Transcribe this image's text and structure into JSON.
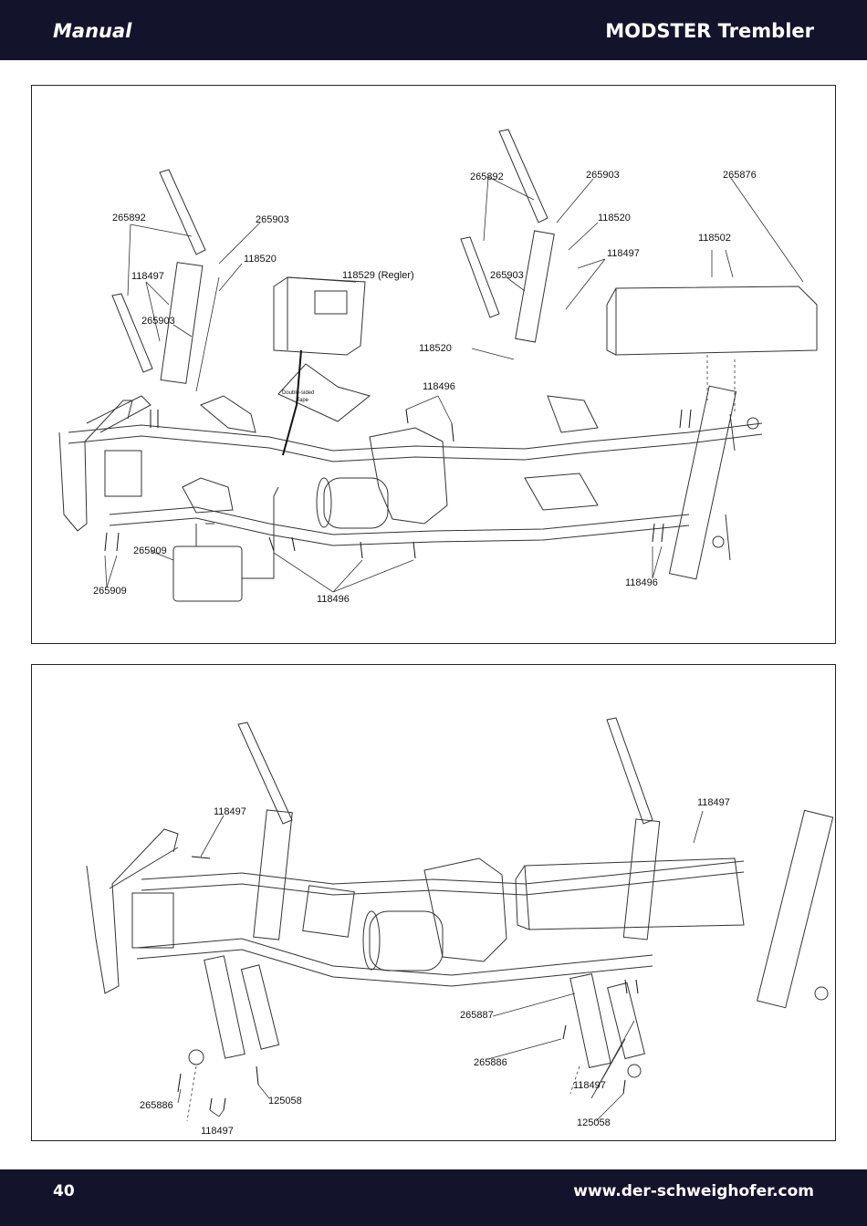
{
  "header": {
    "left_title": "Manual",
    "right_title": "MODSTER Trembler"
  },
  "footer": {
    "page_number": "40",
    "website": "www.der-schweighofer.com"
  },
  "diagram_top": {
    "labels": {
      "a": "265892",
      "b": "265903",
      "c": "118520",
      "d": "118497",
      "e": "265903",
      "f": "118529 (Regler)",
      "g": "265892",
      "h": "265903",
      "i": "118520",
      "j": "118497",
      "k": "265903",
      "l": "118520",
      "m": "265876",
      "n": "118502",
      "o": "118496",
      "p": "265909",
      "q": "265909",
      "r": "118496",
      "s": "118496",
      "tape_line1": "Double-sided",
      "tape_line2": "Tape"
    }
  },
  "diagram_bottom": {
    "labels": {
      "a": "118497",
      "b": "118497",
      "c": "265887",
      "d": "265886",
      "e": "118497",
      "f": "125058",
      "g": "265886",
      "h": "125058",
      "i": "118497"
    }
  }
}
